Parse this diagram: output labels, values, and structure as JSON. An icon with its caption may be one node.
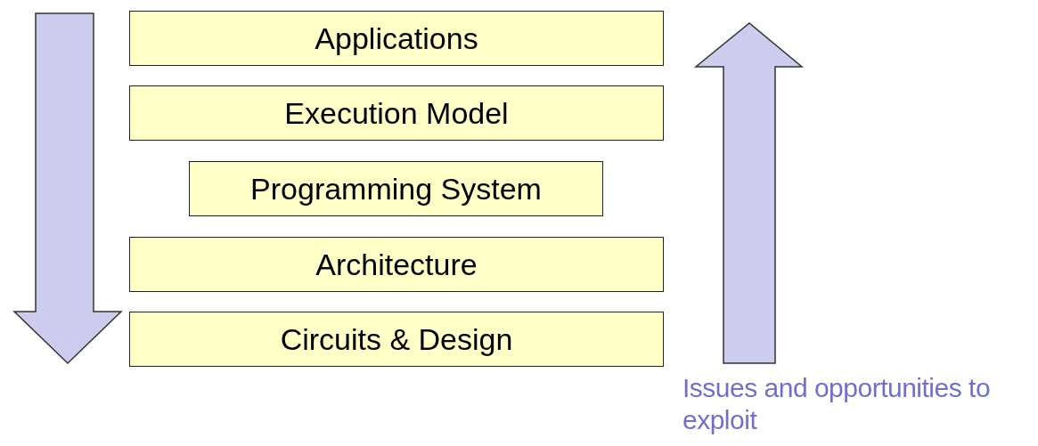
{
  "diagram": {
    "nodes": [
      {
        "text": [
          "Applications"
        ]
      },
      {
        "text": [
          "Execution Model"
        ]
      },
      {
        "text": [
          "Programming System"
        ]
      },
      {
        "text": [
          "Architecture"
        ]
      },
      {
        "text": [
          "Circuits & Design"
        ]
      }
    ],
    "edges": [],
    "labels": [
      "Issues and opportunities to exploit"
    ]
  }
}
